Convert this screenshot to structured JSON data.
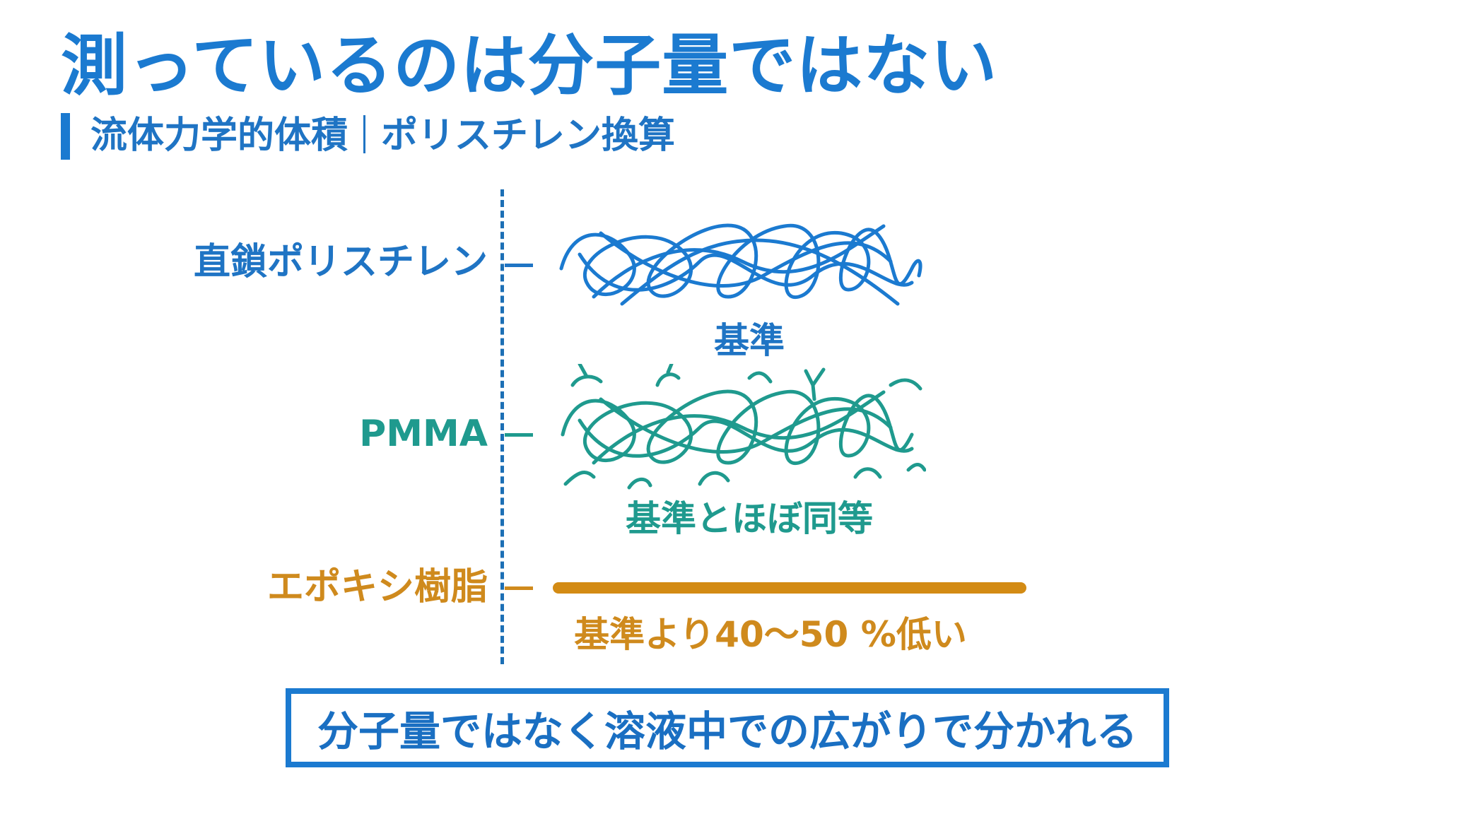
{
  "title": "測っているのは分子量ではない",
  "subtitle": {
    "left": "流体力学的体積",
    "right": "ポリスチレン換算"
  },
  "rows": [
    {
      "label": "直鎖ポリスチレン",
      "caption": "基準",
      "color": "#1f74c4",
      "icon": "linear-coil-icon"
    },
    {
      "label": "PMMA",
      "caption": "基準とほぼ同等",
      "color": "#1f9a8e",
      "icon": "branched-coil-icon"
    },
    {
      "label": "エポキシ樹脂",
      "caption": "基準より40〜50 %低い",
      "color": "#cf8a1d",
      "icon": "compact-bar"
    }
  ],
  "conclusion": "分子量ではなく溶液中での広がりで分かれる",
  "colors": {
    "accent": "#1b7ad0",
    "polystyrene": "#1f74c4",
    "pmma": "#1f9a8e",
    "epoxy": "#cf8a1d"
  }
}
